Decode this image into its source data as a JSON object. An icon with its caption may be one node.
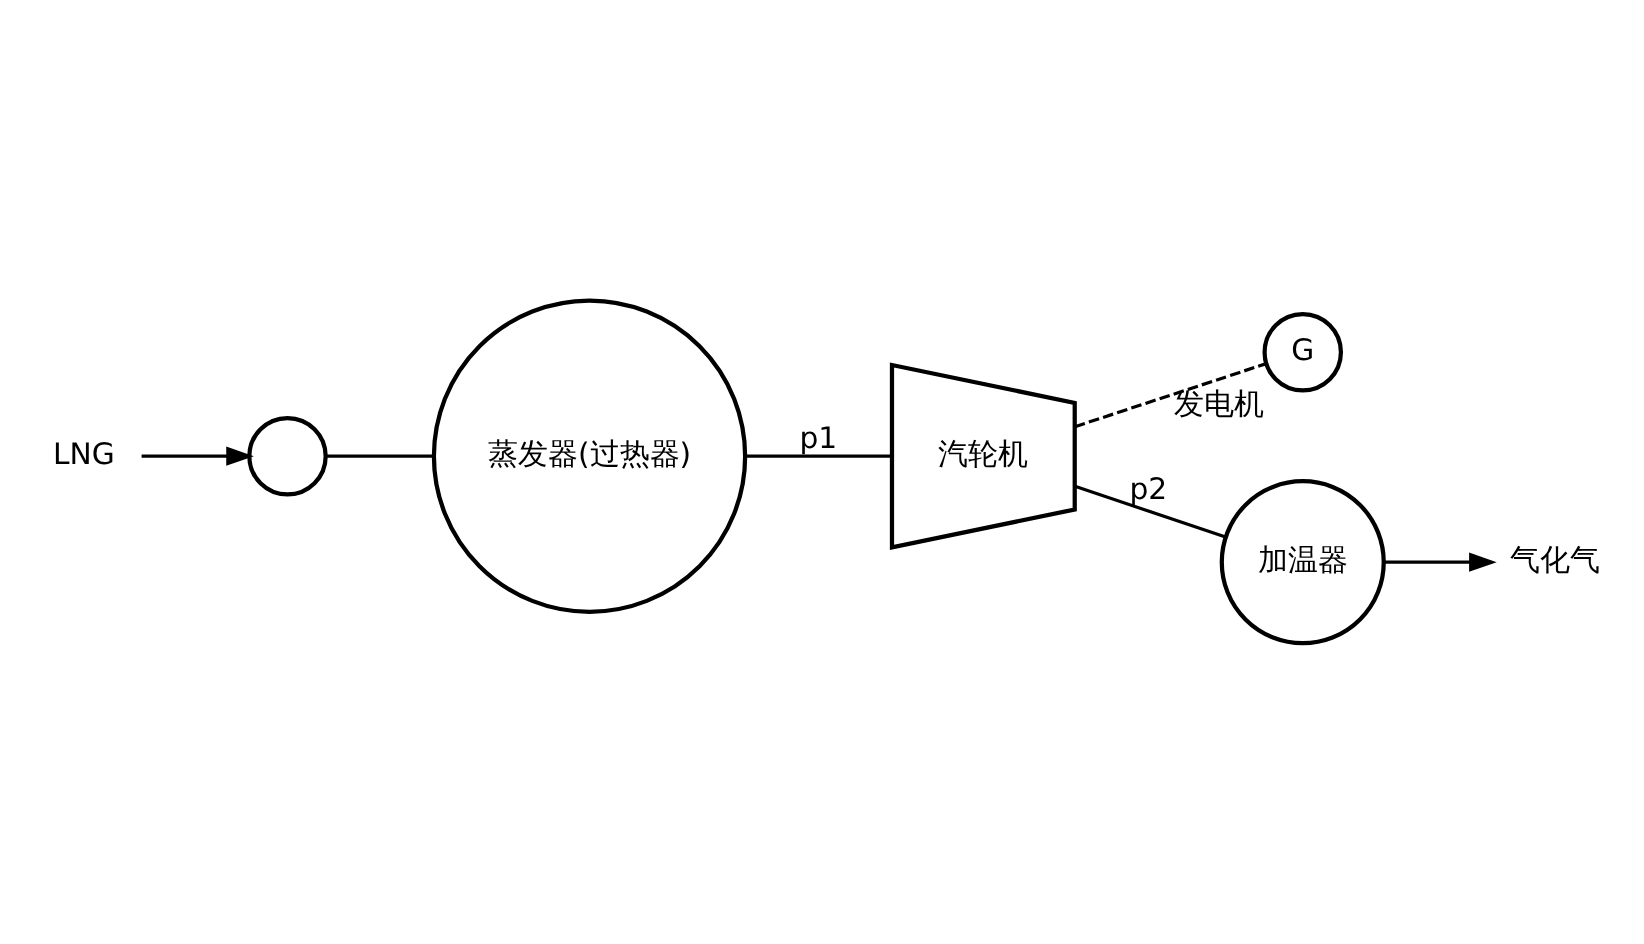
{
  "diagram": {
    "nodes": [
      {
        "text": [
          "LNG"
        ]
      },
      {
        "text": [],
        "shape": "circle"
      },
      {
        "text": [
          "蒸发器(过热器)"
        ]
      },
      {
        "text": [
          "汽轮机"
        ]
      },
      {
        "text": [
          "G"
        ],
        "beside": [
          "发电机"
        ]
      },
      {
        "text": [
          "加温器"
        ]
      },
      {
        "text": [
          "气化气"
        ]
      }
    ],
    "edges": [
      {
        "from": 0,
        "to": 1,
        "arrow": "to"
      },
      {
        "from": 1,
        "to": 2,
        "arrow": "none"
      },
      {
        "from": 2,
        "to": 3,
        "arrow": "none",
        "label": "p1"
      },
      {
        "from": 3,
        "to": 4,
        "arrow": "none",
        "style": "dashed"
      },
      {
        "from": 3,
        "to": 5,
        "arrow": "none",
        "label": "p2"
      },
      {
        "from": 5,
        "to": 6,
        "arrow": "to"
      }
    ]
  }
}
